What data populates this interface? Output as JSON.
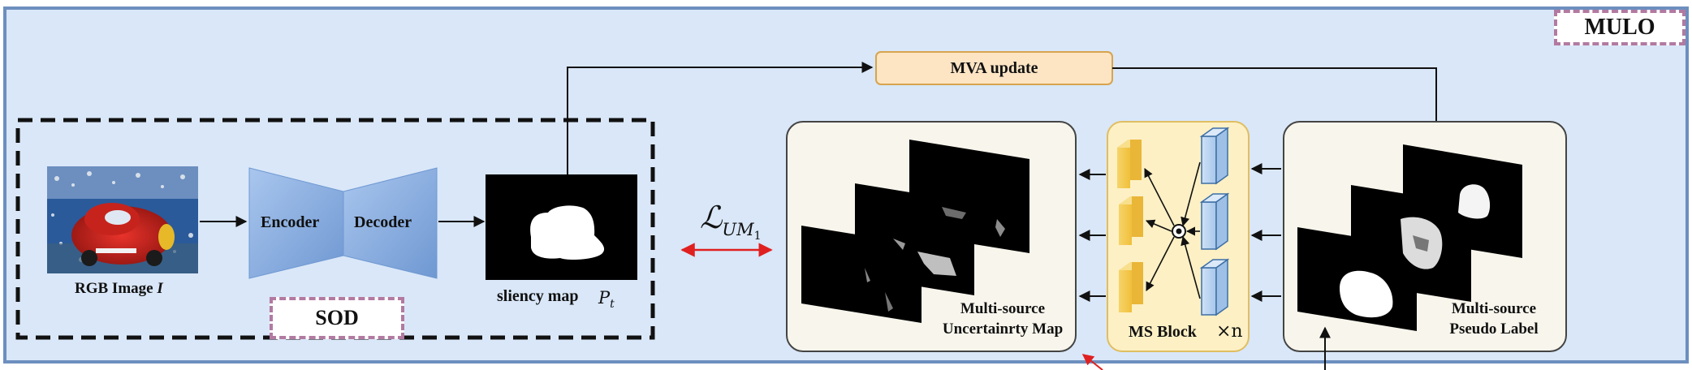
{
  "frame": {
    "label": "MULO"
  },
  "sod": {
    "label": "SOD",
    "input_label": "RGB Image",
    "input_symbol": "I",
    "encoder_label": "Encoder",
    "decoder_label": "Decoder",
    "output_label": "sliency map",
    "output_symbol_main": "P",
    "output_symbol_sub": "t"
  },
  "loss": {
    "main": "ℒ",
    "sub": "UM",
    "subsub": "1"
  },
  "mva": {
    "label": "MVA update"
  },
  "uncertainty_map": {
    "line1": "Multi-source",
    "line2": "Uncertainrty Map"
  },
  "ms_block": {
    "label": "MS Block",
    "repeat": "×n"
  },
  "pseudo_label": {
    "line1": "Multi-source",
    "line2": "Pseudo Label"
  },
  "colors": {
    "frame_bg": "#d9e7f8",
    "frame_border": "#6d8fbf",
    "mva_fill": "#fde5c4",
    "mva_border": "#d7a44e",
    "msblock_fill": "#fdf0c4",
    "msblock_border": "#e0be62",
    "panel_fill": "#f8f5ec",
    "encdec_fill": "#8cb2e2",
    "loss_arrow": "#e02020",
    "tag_border": "#b27aa1"
  }
}
